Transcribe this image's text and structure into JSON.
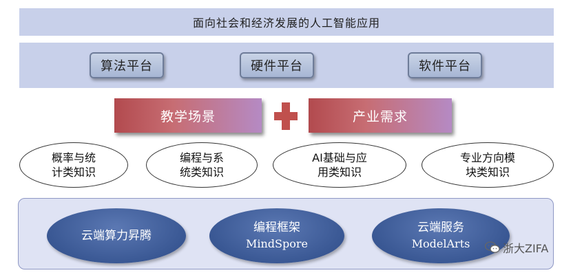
{
  "header": {
    "title": "面向社会和经济发展的人工智能应用"
  },
  "platforms": [
    {
      "label": "算法平台"
    },
    {
      "label": "硬件平台"
    },
    {
      "label": "软件平台"
    }
  ],
  "scenarios": {
    "left": "教学场景",
    "right": "产业需求"
  },
  "knowledge": [
    {
      "line1": "概率与统",
      "line2": "计类知识"
    },
    {
      "line1": "编程与系",
      "line2": "统类知识"
    },
    {
      "line1": "AI基础与应",
      "line2": "用类知识"
    },
    {
      "line1": "专业方向模",
      "line2": "块类知识"
    }
  ],
  "foundation": [
    {
      "line1": "云端算力昇腾",
      "line2": ""
    },
    {
      "line1": "编程框架",
      "line2": "MindSpore"
    },
    {
      "line1": "云端服务",
      "line2": "ModelArts"
    }
  ],
  "watermark": {
    "text": "浙大ZIFA",
    "icon": "wechat-icon"
  },
  "colors": {
    "band": "#c8d0ea",
    "scene_red": "#b24a4e",
    "scene_purple": "#b58ac4",
    "ellipse_blue": "#3a5894",
    "plus_red": "#c0504d"
  }
}
